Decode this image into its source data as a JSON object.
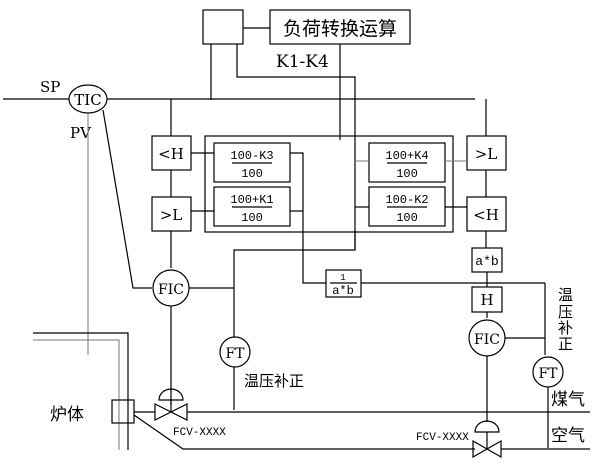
{
  "diagram": {
    "load_calc": {
      "label": "负荷转换运算",
      "k_range": "K1-K4"
    },
    "signals": {
      "sp": "SP",
      "pv": "PV"
    },
    "controllers": {
      "tic": "TIC",
      "fic_left": "FIC",
      "fic_right": "FIC"
    },
    "transmitters": {
      "ft_left": "FT",
      "ft_right": "FT"
    },
    "selectors": {
      "left_low": "<H",
      "left_high": ">L",
      "right_high": ">L",
      "right_low": "<H",
      "right_h": "H"
    },
    "coefficients": [
      {
        "id": "k3",
        "numerator": "100-K3",
        "denominator": "100"
      },
      {
        "id": "k1",
        "numerator": "100+K1",
        "denominator": "100"
      },
      {
        "id": "k4",
        "numerator": "100+K4",
        "denominator": "100"
      },
      {
        "id": "k2",
        "numerator": "100-K2",
        "denominator": "100"
      }
    ],
    "math": {
      "multiply": "a*b",
      "inverse_num": "1",
      "inverse_den": "a*b"
    },
    "labels": {
      "temp_press_comp_h": "温压补正",
      "temp_press_comp_v": [
        "温",
        "压",
        "补",
        "正"
      ],
      "furnace": "炉体",
      "coal_gas": "煤气",
      "air": "空气",
      "valve_left": "FCV-XXXX",
      "valve_right": "FCV-XXXX"
    }
  }
}
